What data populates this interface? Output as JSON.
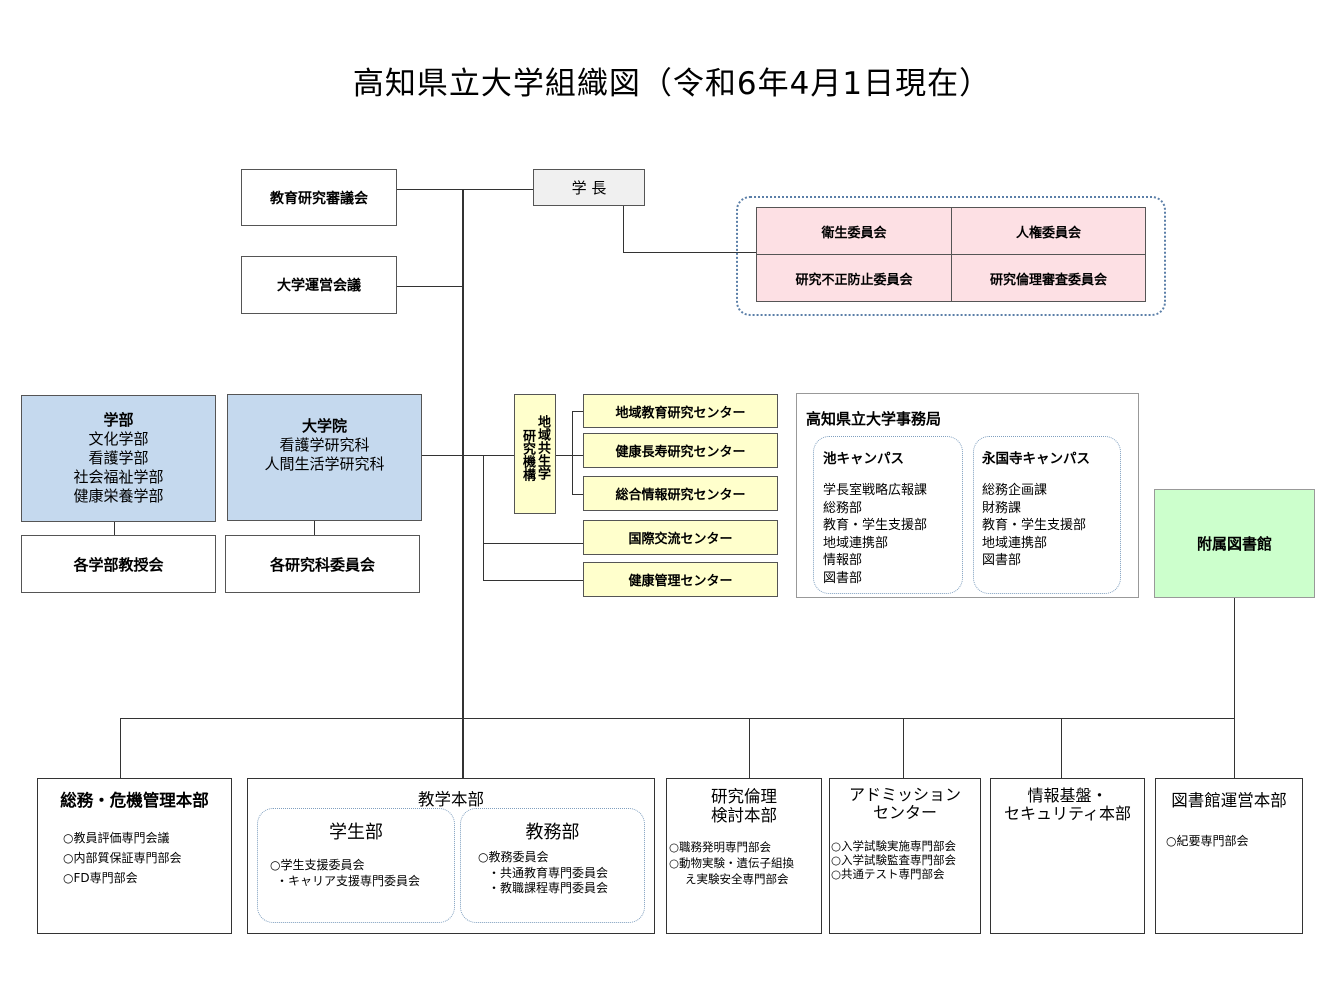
{
  "title": "高知県立大学組織図（令和6年4月1日現在）",
  "president": "学 長",
  "councils": {
    "education_research": "教育研究審議会",
    "management": "大学運営会議"
  },
  "committees": {
    "hygiene": "衛生委員会",
    "human_rights": "人権委員会",
    "misconduct": "研究不正防止委員会",
    "ethics": "研究倫理審査委員会"
  },
  "faculties": {
    "header": "学部",
    "items": [
      "文化学部",
      "看護学部",
      "社会福祉学部",
      "健康栄養学部"
    ],
    "council": "各学部教授会"
  },
  "graduate": {
    "header": "大学院",
    "items": [
      "看護学研究科",
      "人間生活学研究科"
    ],
    "council": "各研究科委員会"
  },
  "research_org": {
    "col1": "地域共生学",
    "col2": "研究機構",
    "centers": [
      "地域教育研究センター",
      "健康長寿研究センター",
      "総合情報研究センター"
    ],
    "intl": "国際交流センター",
    "health": "健康管理センター"
  },
  "office": {
    "title": "高知県立大学事務局",
    "ike": {
      "name": "池キャンパス",
      "items": [
        "学長室戦略広報課",
        "総務部",
        "教育・学生支援部",
        "地域連携部",
        "情報部",
        "図書部"
      ]
    },
    "eikokuji": {
      "name": "永国寺キャンパス",
      "items": [
        "総務企画課",
        "財務課",
        "教育・学生支援部",
        "地域連携部",
        "図書部"
      ]
    }
  },
  "library": "附属図書館",
  "hq": {
    "general": {
      "title": "総務・危機管理本部",
      "items": [
        "○教員評価専門会議",
        "○内部質保証専門部会",
        "○FD専門部会"
      ]
    },
    "academic": {
      "title": "教学本部",
      "student": {
        "title": "学生部",
        "items": [
          "○学生支援委員会",
          "・キャリア支援専門委員会"
        ]
      },
      "affairs": {
        "title": "教務部",
        "items": [
          "○教務委員会",
          "・共通教育専門委員会",
          "・教職課程専門委員会"
        ]
      }
    },
    "ethics": {
      "title1": "研究倫理",
      "title2": "検討本部",
      "items": [
        "○職務発明専門部会",
        "○動物実験・遺伝子組換",
        "え実験安全専門部会"
      ]
    },
    "admission": {
      "title1": "アドミッション",
      "title2": "センター",
      "items": [
        "○入学試験実施専門部会",
        "○入学試験監査専門部会",
        "○共通テスト専門部会"
      ]
    },
    "info": {
      "title1": "情報基盤・",
      "title2": "セキュリティ本部"
    },
    "library_hq": {
      "title": "図書館運営本部",
      "items": [
        "○紀要専門部会"
      ]
    }
  }
}
